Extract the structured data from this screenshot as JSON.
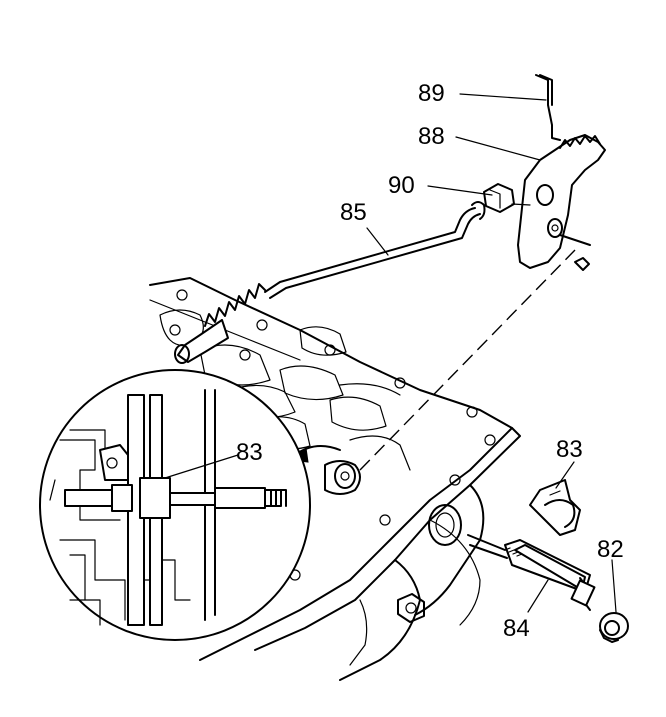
{
  "callouts": [
    {
      "id": "89",
      "label": "89"
    },
    {
      "id": "88",
      "label": "88"
    },
    {
      "id": "90",
      "label": "90"
    },
    {
      "id": "85",
      "label": "85"
    },
    {
      "id": "83-detail",
      "label": "83"
    },
    {
      "id": "83",
      "label": "83"
    },
    {
      "id": "82",
      "label": "82"
    },
    {
      "id": "84",
      "label": "84"
    }
  ]
}
